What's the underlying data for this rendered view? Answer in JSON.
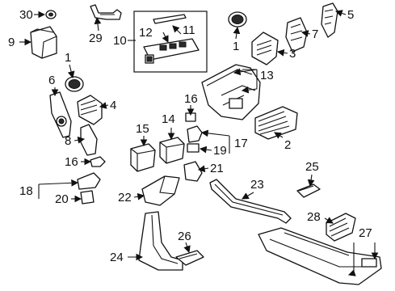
{
  "labels": {
    "l1a": "1",
    "l1b": "1",
    "l2": "2",
    "l3": "3",
    "l4": "4",
    "l5": "5",
    "l6": "6",
    "l7": "7",
    "l8": "8",
    "l9": "9",
    "l10": "10",
    "l11": "11",
    "l12": "12",
    "l13": "13",
    "l14": "14",
    "l15": "15",
    "l16a": "16",
    "l16b": "16",
    "l17": "17",
    "l18": "18",
    "l19": "19",
    "l20": "20",
    "l21": "21",
    "l22": "22",
    "l23": "23",
    "l24": "24",
    "l25": "25",
    "l26": "26",
    "l27": "27",
    "l28": "28",
    "l29": "29",
    "l30": "30"
  }
}
